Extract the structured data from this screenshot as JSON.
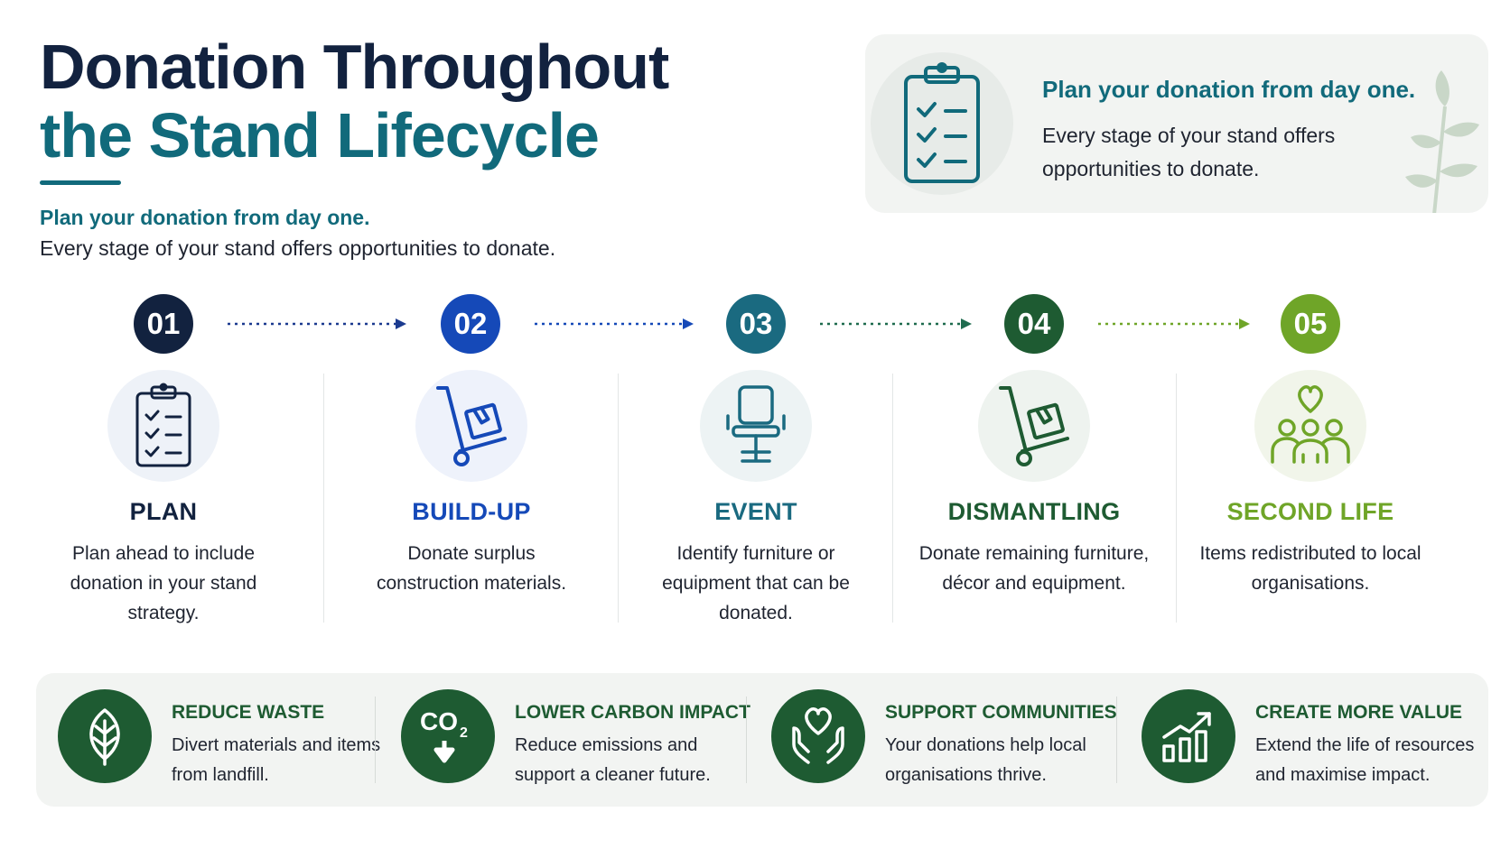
{
  "title": {
    "line1": "Donation Throughout",
    "line2": "the Stand Lifecycle"
  },
  "intro": {
    "heading": "Plan your donation from day one.",
    "text": "Every stage of your stand offers opportunities to donate."
  },
  "callout": {
    "heading": "Plan your donation from day one.",
    "text": "Every stage of your stand offers opportunities to donate.",
    "icon": "clipboard-checklist-icon"
  },
  "colors": {
    "navy": "#12223f",
    "teal": "#116a7b",
    "blue": "#1549b8",
    "deep_teal": "#1a6a80",
    "green": "#1e5b32",
    "lime": "#6fa528"
  },
  "stages": [
    {
      "number": "01",
      "name": "PLAN",
      "desc": "Plan ahead to include donation in your stand strategy.",
      "icon": "clipboard-checklist-icon",
      "color": "#12223f"
    },
    {
      "number": "02",
      "name": "BUILD-UP",
      "desc": "Donate surplus construction materials.",
      "icon": "hand-truck-box-icon",
      "color": "#1549b8"
    },
    {
      "number": "03",
      "name": "EVENT",
      "desc": "Identify furniture or equipment that can be donated.",
      "icon": "office-chair-icon",
      "color": "#1a6a80"
    },
    {
      "number": "04",
      "name": "DISMANTLING",
      "desc": "Donate remaining furniture, décor and equipment.",
      "icon": "hand-truck-box-icon",
      "color": "#1e5b32"
    },
    {
      "number": "05",
      "name": "SECOND LIFE",
      "desc": "Items redistributed to local organisations.",
      "icon": "community-heart-icon",
      "color": "#6fa528"
    }
  ],
  "benefits": [
    {
      "title": "REDUCE WASTE",
      "text": "Divert materials and items from landfill.",
      "icon": "leaf-icon"
    },
    {
      "title": "LOWER CARBON IMPACT",
      "text": "Reduce emissions and support a cleaner future.",
      "icon": "co2-down-icon",
      "co2_label": "CO",
      "co2_sub": "2"
    },
    {
      "title": "SUPPORT COMMUNITIES",
      "text": "Your donations help local organisations thrive.",
      "icon": "hands-heart-icon"
    },
    {
      "title": "CREATE MORE VALUE",
      "text": "Extend the life of resources and maximise impact.",
      "icon": "growth-chart-icon"
    }
  ]
}
